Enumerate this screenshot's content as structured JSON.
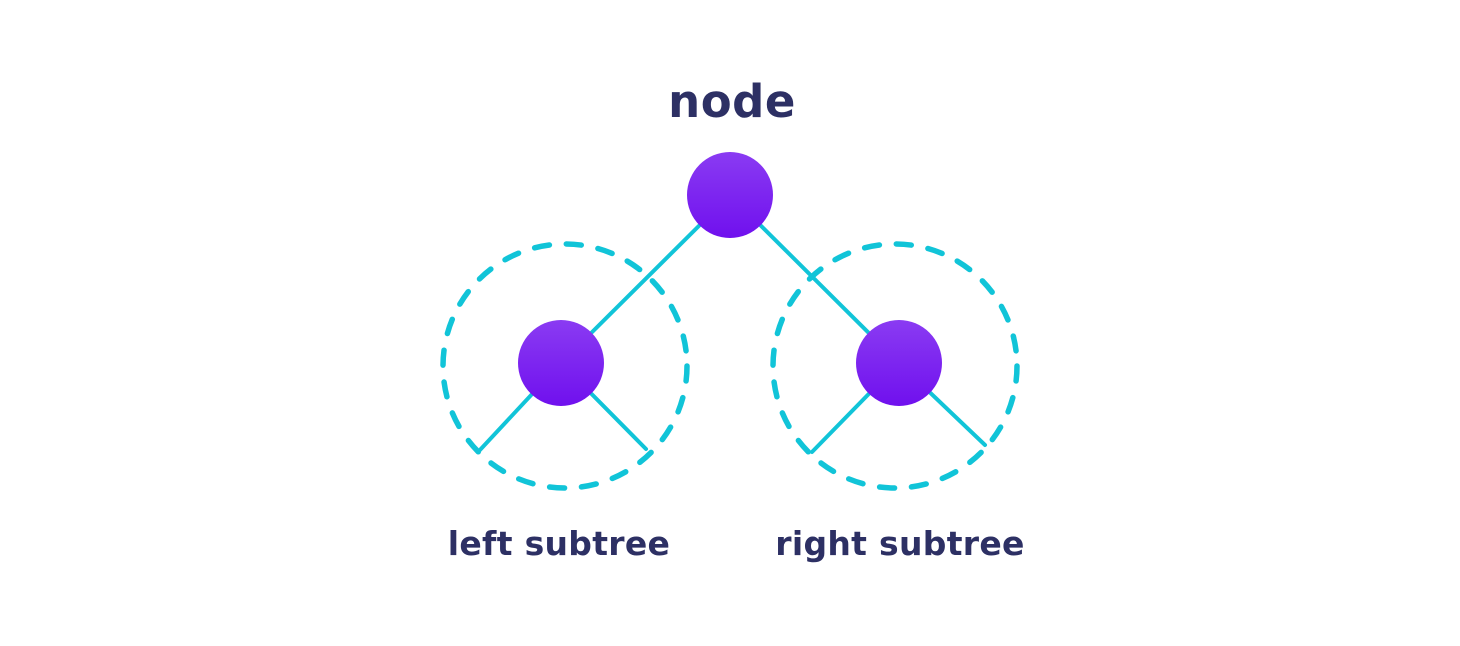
{
  "diagram": {
    "type": "binary-tree-concept",
    "title": "node",
    "left_subtree_label": "left subtree",
    "right_subtree_label": "right subtree"
  },
  "colors": {
    "node_gradient_top": "#8a3bf2",
    "node_gradient_bottom": "#7010ee",
    "edge_cyan": "#11c4d8",
    "dashed_ring_cyan": "#11c4d8",
    "text_navy": "#2d3064",
    "background": "#ffffff"
  }
}
